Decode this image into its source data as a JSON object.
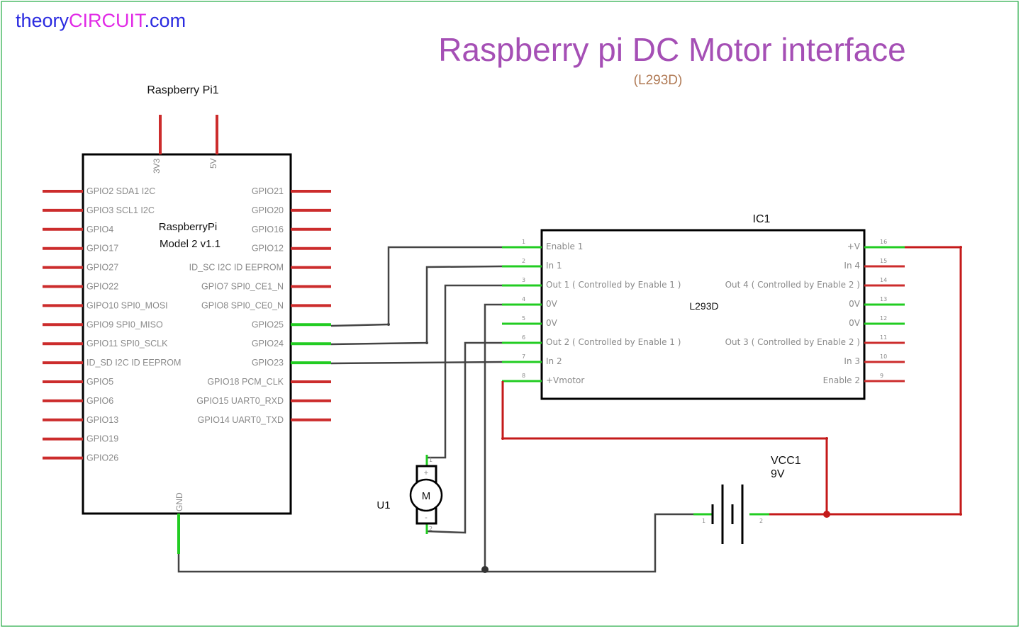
{
  "header": {
    "logo_theory": "theory",
    "logo_circuit": "CIRCUIT",
    "logo_com": ".com",
    "title": "Raspberry pi DC Motor interface",
    "subtitle": "(L293D)"
  },
  "colors": {
    "title": "#a54fb5",
    "subtitle": "#b07a55",
    "logo_blue": "#2a2ae0",
    "logo_magenta": "#e12ae6",
    "pin_red": "#cc2c2c",
    "pin_green": "#22cc22",
    "wire_dark": "#444444",
    "wire_red": "#c41a1a",
    "frame": "#22aa44"
  },
  "rpi": {
    "ref": "Raspberry Pi1",
    "name_line1": "RaspberryPi",
    "name_line2": "Model 2 v1.1",
    "top_3v3": "3V3",
    "top_5v": "5V",
    "bottom_gnd": "GND",
    "left_pins": [
      "GPIO2 SDA1 I2C",
      "GPIO3 SCL1 I2C",
      "GPIO4",
      "GPIO17",
      "GPIO27",
      "GPIO22",
      "GIPO10 SPI0_MOSI",
      "GPIO9 SPI0_MISO",
      "GPIO11 SPI0_SCLK",
      "ID_SD I2C ID EEPROM",
      "GPIO5",
      "GPIO6",
      "GPIO13",
      "GPIO19",
      "GPIO26"
    ],
    "right_pins": [
      "GPIO21",
      "GPIO20",
      "GPIO16",
      "GPIO12",
      "ID_SC I2C ID EEPROM",
      "GPIO7 SPI0_CE1_N",
      "GPIO8 SPI0_CE0_N",
      "GPIO25",
      "GPIO24",
      "GPIO23",
      "GPIO18 PCM_CLK",
      "GPIO15 UART0_RXD",
      "GPIO14 UART0_TXD"
    ]
  },
  "ic": {
    "ref": "IC1",
    "part": "L293D",
    "left_pins": [
      {
        "num": "1",
        "label": "Enable 1"
      },
      {
        "num": "2",
        "label": "In 1"
      },
      {
        "num": "3",
        "label": "Out 1 ( Controlled by Enable 1 )"
      },
      {
        "num": "4",
        "label": "0V"
      },
      {
        "num": "5",
        "label": "0V"
      },
      {
        "num": "6",
        "label": "Out 2 ( Controlled by Enable 1 )"
      },
      {
        "num": "7",
        "label": "In 2"
      },
      {
        "num": "8",
        "label": "+Vmotor"
      }
    ],
    "right_pins": [
      {
        "num": "16",
        "label": "+V"
      },
      {
        "num": "15",
        "label": "In 4"
      },
      {
        "num": "14",
        "label": "Out 4 ( Controlled by Enable 2 )"
      },
      {
        "num": "13",
        "label": "0V"
      },
      {
        "num": "12",
        "label": "0V"
      },
      {
        "num": "11",
        "label": "Out 3 ( Controlled by Enable 2 )"
      },
      {
        "num": "10",
        "label": "In 3"
      },
      {
        "num": "9",
        "label": "Enable 2"
      }
    ]
  },
  "motor": {
    "ref": "U1",
    "symbol": "M",
    "plus": "+",
    "minus": "-",
    "pin1": "1",
    "pin2": "2"
  },
  "battery": {
    "ref": "VCC1",
    "value": "9V",
    "pin1": "1",
    "pin2": "2"
  }
}
